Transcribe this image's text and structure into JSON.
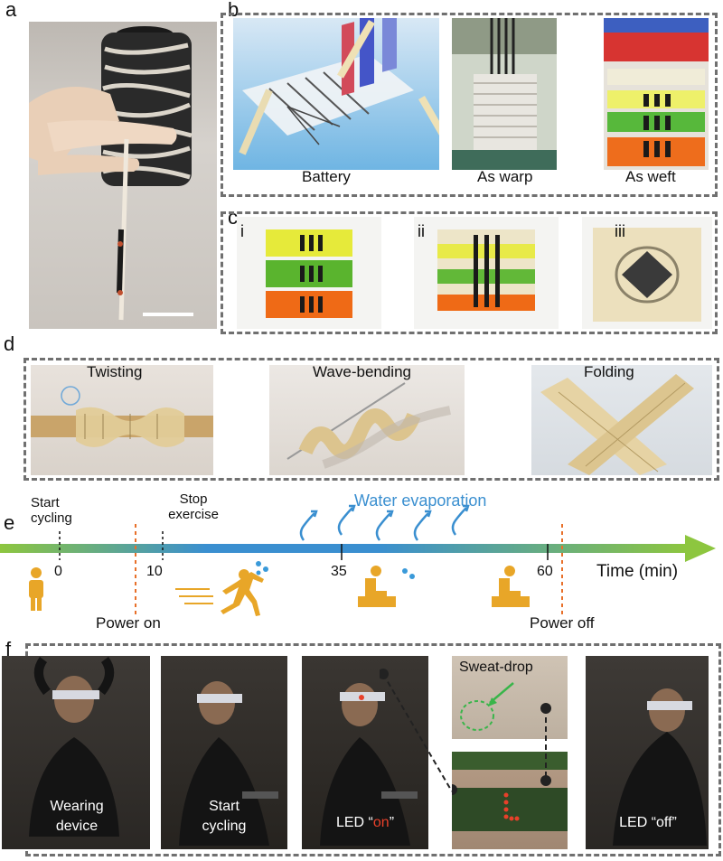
{
  "panels": {
    "a": "a",
    "b": "b",
    "c": "c",
    "d": "d",
    "e": "e",
    "f": "f"
  },
  "b_captions": [
    "Battery",
    "As warp",
    "As weft"
  ],
  "c_roman": [
    "i",
    "ii",
    "iii"
  ],
  "d_captions": [
    "Twisting",
    "Wave-bending",
    "Folding"
  ],
  "timeline": {
    "start_line1": "Start",
    "start_line2": "cycling",
    "stop_line1": "Stop",
    "stop_line2": "exercise",
    "water": "Water evaporation",
    "ticks": [
      "0",
      "10",
      "35",
      "60"
    ],
    "axis_label": "Time (min)",
    "power_on": "Power on",
    "power_off": "Power off"
  },
  "f_captions": {
    "wearing_1": "Wearing",
    "wearing_2": "device",
    "start_1": "Start",
    "start_2": "cycling",
    "led_prefix": "LED “",
    "led_on": "on",
    "led_suffix": "”",
    "sweat": "Sweat-drop",
    "led_off": "LED “off”"
  },
  "colors": {
    "dash_border": "#707070",
    "timeline_start": "#8dc63f",
    "timeline_mid": "#3a8fd0",
    "water_text": "#3a8fd0",
    "power_lines": "#e8702a",
    "figure_icons": "#e8a628",
    "sweat_drops": "#3a9ad9",
    "led_red": "#e8402a"
  }
}
